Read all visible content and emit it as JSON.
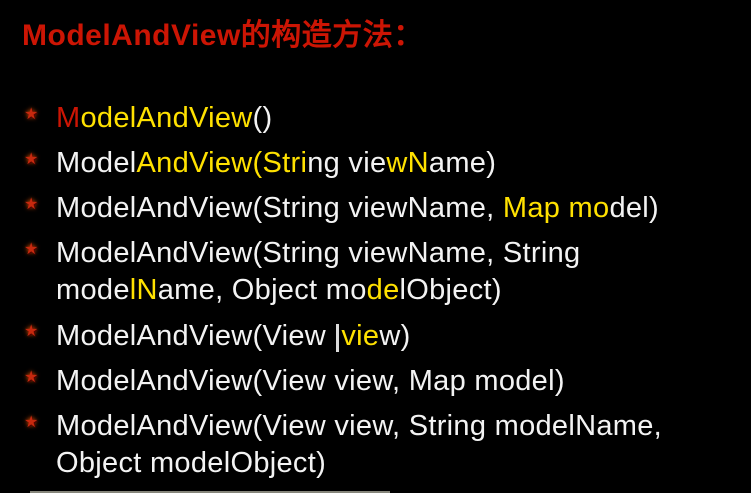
{
  "slide": {
    "title": "ModelAndView的构造方法：",
    "bullet_glyph": "★",
    "colors": {
      "background": "#000000",
      "text": "#f3f3f3",
      "highlight": "#ffe100",
      "red": "#cc1504",
      "bullet": "#c6290e",
      "caret": "#dcdcdc"
    },
    "bullets": [
      {
        "segments": [
          {
            "text": "M",
            "color": "red"
          },
          {
            "text": "odelAndView",
            "color": "highlight"
          },
          {
            "text": "()",
            "color": "text"
          }
        ]
      },
      {
        "segments": [
          {
            "text": "Model",
            "color": "text"
          },
          {
            "text": "AndView(Stri",
            "color": "highlight"
          },
          {
            "text": "ng vie",
            "color": "text"
          },
          {
            "text": "wN",
            "color": "highlight"
          },
          {
            "text": "ame)",
            "color": "text"
          }
        ]
      },
      {
        "segments": [
          {
            "text": "ModelAndView(String viewName, ",
            "color": "text"
          },
          {
            "text": "Map mo",
            "color": "highlight"
          },
          {
            "text": "del)",
            "color": "text"
          }
        ]
      },
      {
        "segments": [
          {
            "text": "ModelAndView(String viewName, String mode",
            "color": "text"
          },
          {
            "text": "lN",
            "color": "highlight"
          },
          {
            "text": "ame, Object mo",
            "color": "text"
          },
          {
            "text": "de",
            "color": "highlight"
          },
          {
            "text": "lObject)",
            "color": "text"
          }
        ]
      },
      {
        "segments": [
          {
            "text": "ModelAndView(Vi",
            "color": "text"
          },
          {
            "text": "ew ",
            "color": "text"
          },
          {
            "type": "caret"
          },
          {
            "text": "vie",
            "color": "highlight"
          },
          {
            "text": "w)",
            "color": "text"
          }
        ]
      },
      {
        "segments": [
          {
            "text": "ModelAndView(View view, Map model)",
            "color": "text"
          }
        ]
      },
      {
        "segments": [
          {
            "text": "ModelAndView(View view, String modelName, Object modelObject)",
            "color": "text"
          }
        ]
      }
    ]
  }
}
